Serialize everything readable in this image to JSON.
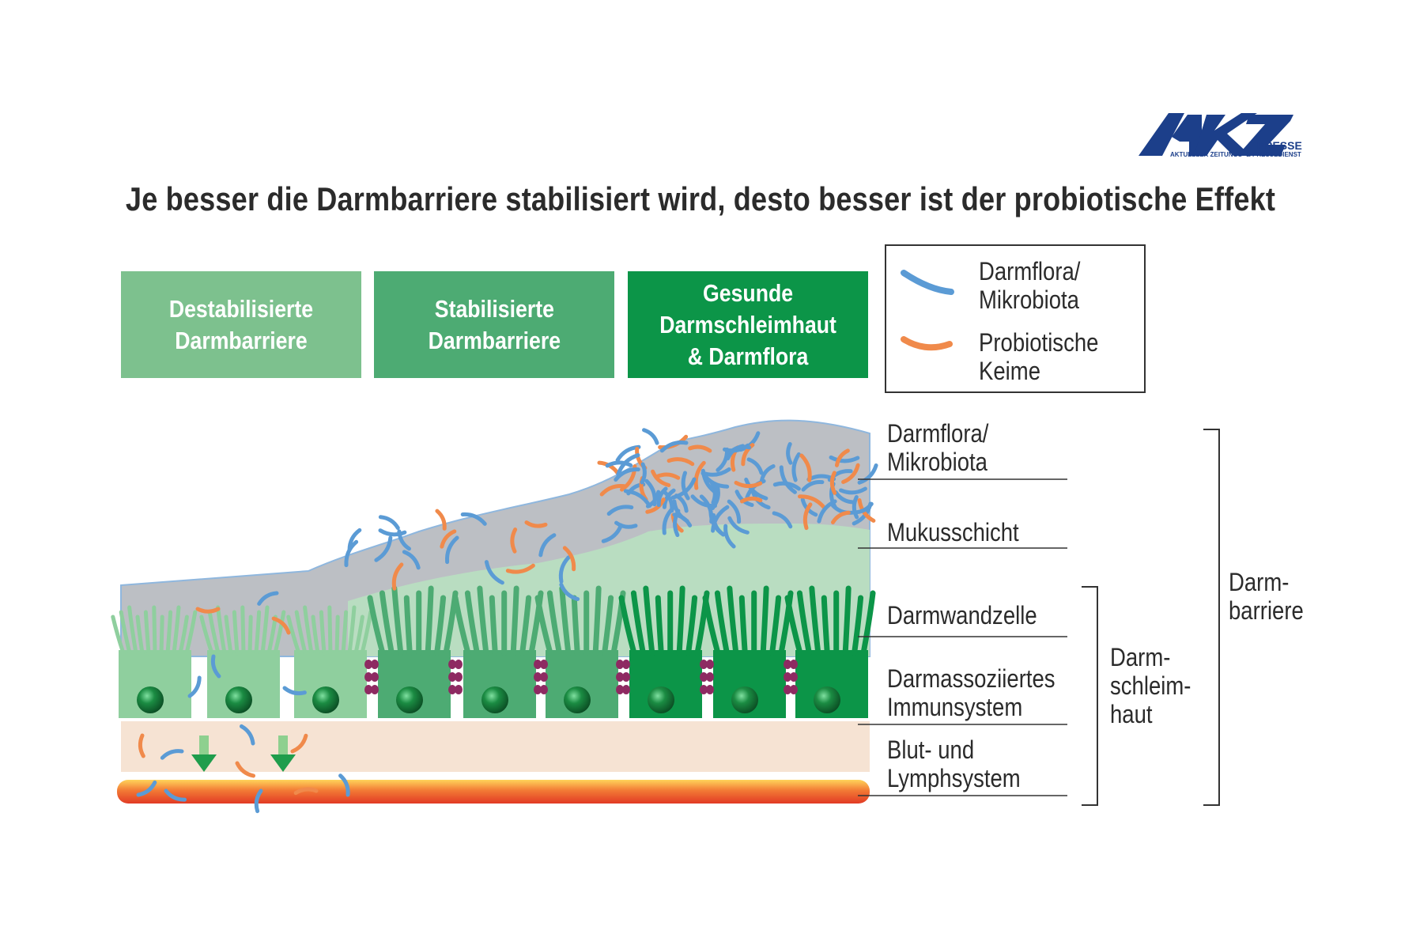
{
  "logo": {
    "mark": "AKZ",
    "presse": "PRESSE",
    "subtitle": "AKTUELLER ZEITUNGS- & PRESSEDIENST",
    "color": "#1c3f8a"
  },
  "title": "Je besser die Darmbarriere stabilisiert wird, desto besser ist der probiotische Effekt",
  "stages": [
    {
      "label": "Destabilisierte\nDarmbarriere",
      "color": "#7dc18e"
    },
    {
      "label": "Stabilisierte\nDarmbarriere",
      "color": "#4dab73"
    },
    {
      "label": "Gesunde\nDarmschleimhaut\n& Darmflora",
      "color": "#0c9548"
    }
  ],
  "legend": [
    {
      "label": "Darmflora/\nMikrobiota",
      "color": "#5b9bd5"
    },
    {
      "label": "Probiotische\nKeime",
      "color": "#f08a4b"
    }
  ],
  "layers": [
    {
      "label": "Darmflora/\nMikrobiota"
    },
    {
      "label": "Mukusschicht"
    },
    {
      "label": "Darmwandzelle"
    },
    {
      "label": "Darmassoziiertes\nImmunsystem"
    },
    {
      "label": "Blut- und\nLymphsystem"
    }
  ],
  "brackets": {
    "schleimhaut": "Darm-\nschleim-\nhaut",
    "barriere": "Darm-\nbarriere"
  },
  "colors": {
    "mucus_grey": "#bcbfc4",
    "mucus_green": "#b9ddc1",
    "immune": "#f6e3d3",
    "blood": "#e84a2c",
    "tight_junction": "#8e2a62",
    "arrow": "#1f9d4c"
  }
}
